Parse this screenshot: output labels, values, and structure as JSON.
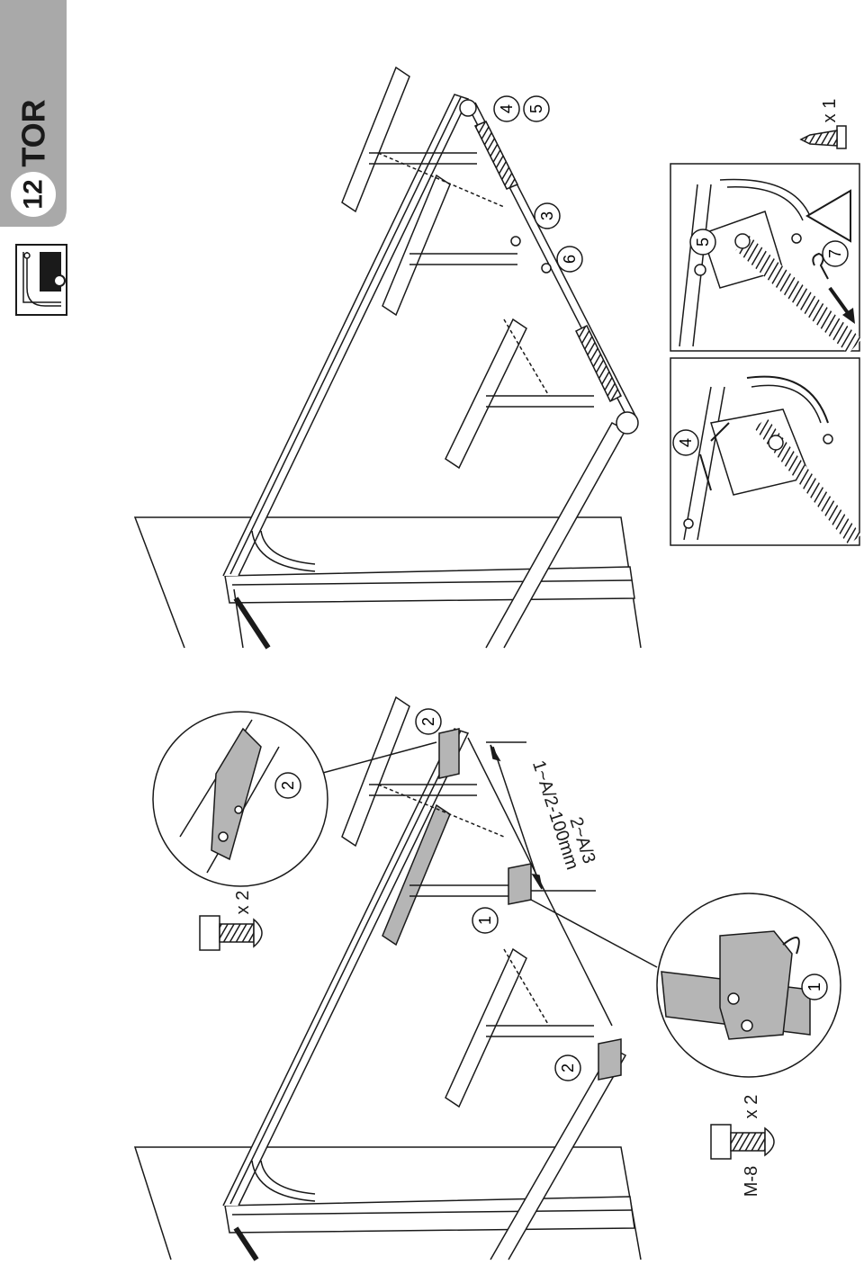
{
  "header": {
    "step_number": "12",
    "title": "TOR"
  },
  "callouts": {
    "c1": "1",
    "c2": "2",
    "c3": "3",
    "c4": "4",
    "c5": "5",
    "c6": "6",
    "c7": "7"
  },
  "parts": {
    "bolt_top_qty": "x 2",
    "bolt_bottom_qty": "x 2",
    "bolt_bottom_size": "M-8",
    "screw_qty": "x 1"
  },
  "dimension": {
    "line1": "1~A/2-100mm",
    "line2": "2~A/3"
  },
  "colors": {
    "ink": "#1a1a1a",
    "grey_part": "#b5b5b5",
    "header_grey": "#a9a9a9",
    "white": "#ffffff"
  },
  "icons": [
    "garage-door-icon",
    "warning-triangle-icon",
    "arrow-icon",
    "hook-icon",
    "bolt-icon",
    "screw-icon"
  ]
}
